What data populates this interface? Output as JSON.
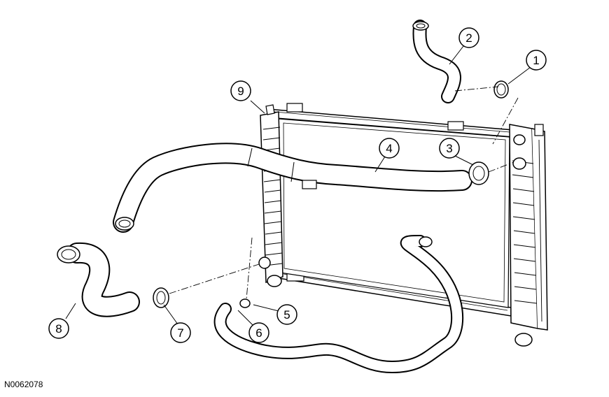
{
  "figure": {
    "reference_code": "N0062078",
    "callouts": [
      "1",
      "2",
      "3",
      "4",
      "5",
      "6",
      "7",
      "8",
      "9"
    ]
  }
}
